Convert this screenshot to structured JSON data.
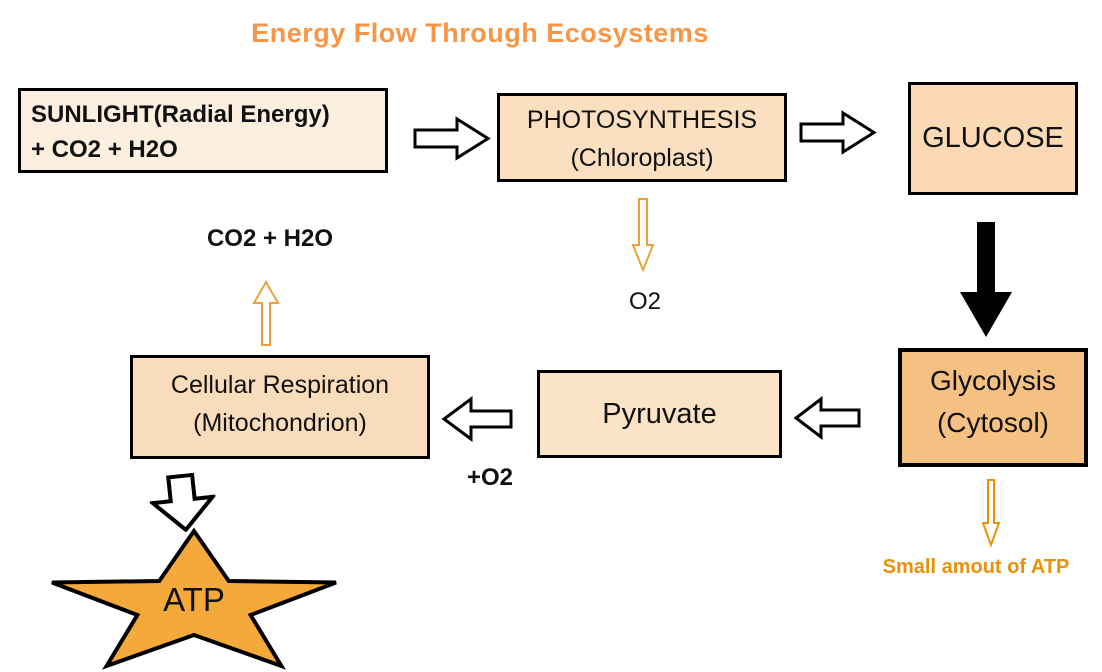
{
  "title": "Energy Flow Through Ecosystems",
  "nodes": {
    "sunlight": {
      "line1": "SUNLIGHT(Radial Energy)",
      "line2": "+ CO2 + H2O"
    },
    "photosynthesis": {
      "line1": "PHOTOSYNTHESIS",
      "line2": "(Chloroplast)"
    },
    "glucose": {
      "label": "GLUCOSE"
    },
    "glycolysis": {
      "line1": "Glycolysis",
      "line2": "(Cytosol)"
    },
    "pyruvate": {
      "label": "Pyruvate"
    },
    "cellular_respiration": {
      "line1": "Cellular Respiration",
      "line2": "(Mitochondrion)"
    },
    "atp": {
      "label": "ATP"
    }
  },
  "annotations": {
    "o2": "O2",
    "co2_h2o": "CO2 + H2O",
    "plus_o2": "+O2",
    "small_atp": "Small amout of ATP"
  },
  "colors": {
    "title_text": "#F79646",
    "box_border": "#000000",
    "box_fill_sunlight": "#FCEFDF",
    "box_fill_photosynthesis": "#FAE0C0",
    "box_fill_glucose": "#FAD9B4",
    "box_fill_pyruvate": "#FBE4C6",
    "box_fill_respiration": "#F9DCBB",
    "box_fill_glycolysis": "#F5C183",
    "star_fill": "#F5A93B",
    "orange_arrow": "#E8A23C",
    "small_atp_text": "#E8920A",
    "background": "#FFFFFF"
  }
}
